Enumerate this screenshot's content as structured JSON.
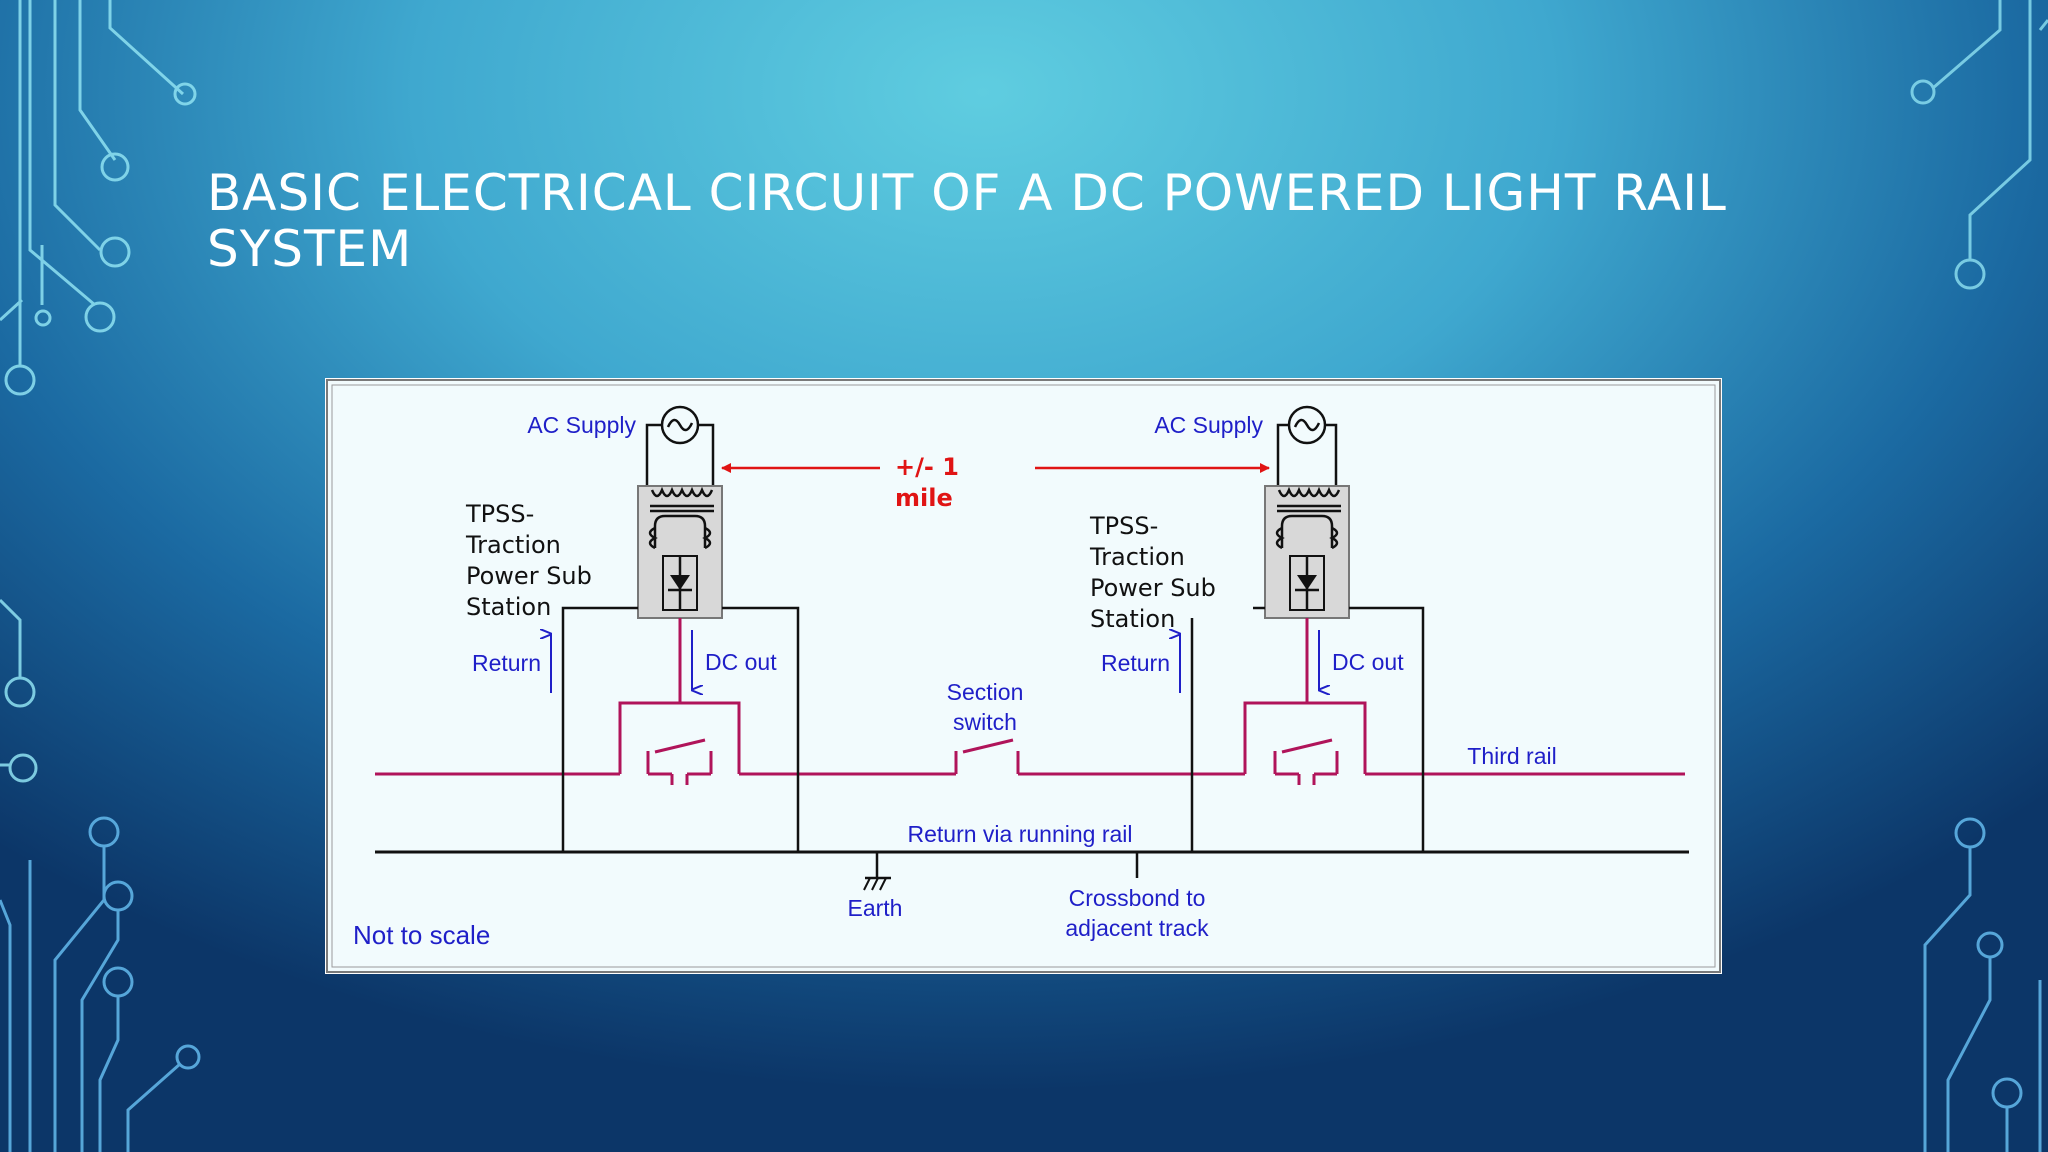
{
  "slide": {
    "title_line1": "BASIC ELECTRICAL CIRCUIT OF A DC POWERED LIGHT RAIL",
    "title_line2": "SYSTEM"
  },
  "diagram": {
    "left_substation": {
      "ac_supply": "AC Supply",
      "tpss_lines": [
        "TPSS-",
        "Traction",
        "Power Sub",
        "Station"
      ],
      "return": "Return",
      "dc_out": "DC out"
    },
    "right_substation": {
      "ac_supply": "AC Supply",
      "tpss_lines": [
        "TPSS-",
        "Traction",
        "Power Sub",
        "Station"
      ],
      "return": "Return",
      "dc_out": "DC out"
    },
    "distance_lines": [
      "+/- 1",
      "mile"
    ],
    "section_switch_lines": [
      "Section",
      "switch"
    ],
    "third_rail": "Third rail",
    "return_rail": "Return via running rail",
    "earth": "Earth",
    "crossbond_lines": [
      "Crossbond to",
      "adjacent track"
    ],
    "scale_note": "Not to scale",
    "colors": {
      "label_blue": "#1f1fc8",
      "third_rail": "#b0145a",
      "distance_red": "#e01414",
      "panel_bg": "#f2fbfd",
      "substation_box": "#d8d8d8"
    }
  }
}
